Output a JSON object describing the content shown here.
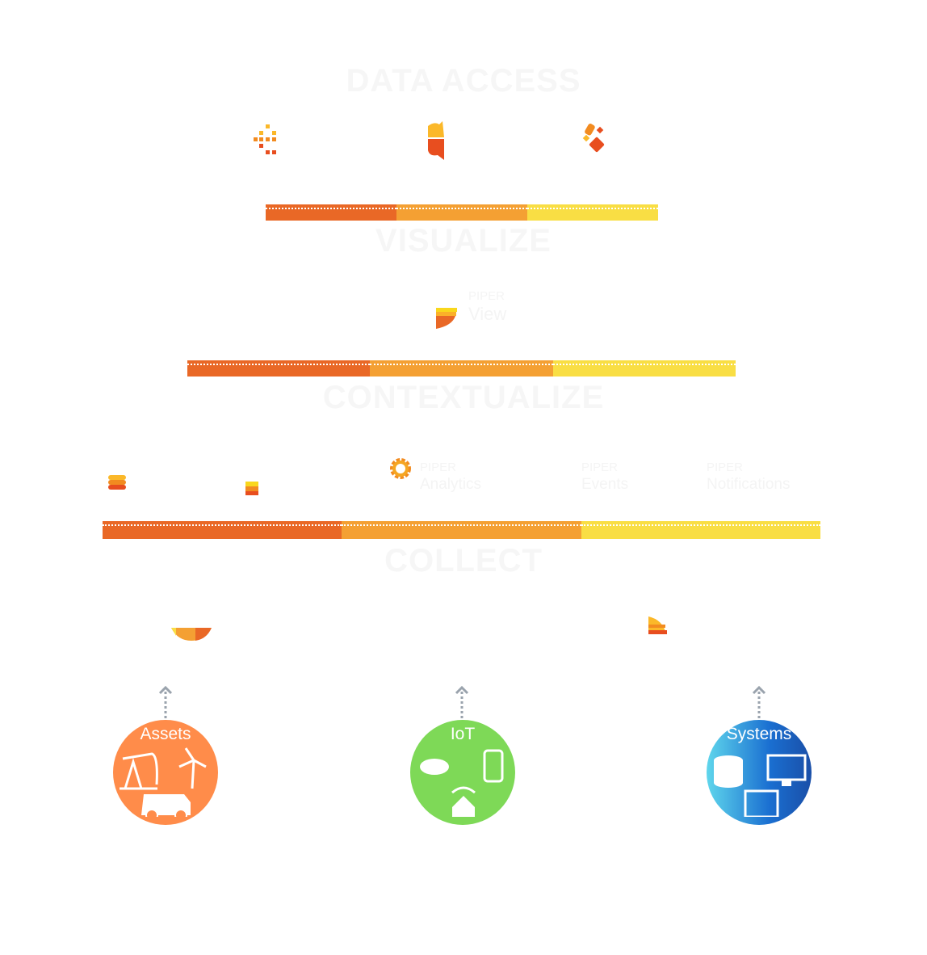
{
  "layers": {
    "data_access": "DATA ACCESS",
    "visualize": "VISUALIZE",
    "contextualize": "CONTEXTUALIZE",
    "collect": "COLLECT"
  },
  "products": {
    "view": {
      "brand": "PIPER",
      "name": "View"
    },
    "analytics": {
      "brand": "PIPER",
      "name": "Analytics"
    },
    "events": {
      "brand": "PIPER",
      "name": "Events"
    },
    "notifications": {
      "brand": "PIPER",
      "name": "Notifications"
    }
  },
  "sources": {
    "assets": {
      "label": "Assets",
      "color": "#ff8c4a"
    },
    "iot": {
      "label": "IoT",
      "color": "#7ed957"
    },
    "systems": {
      "label": "Systems",
      "color": "#1a6fd1"
    }
  },
  "bar_colors": [
    "#e96826",
    "#f4a033",
    "#f9de44"
  ]
}
